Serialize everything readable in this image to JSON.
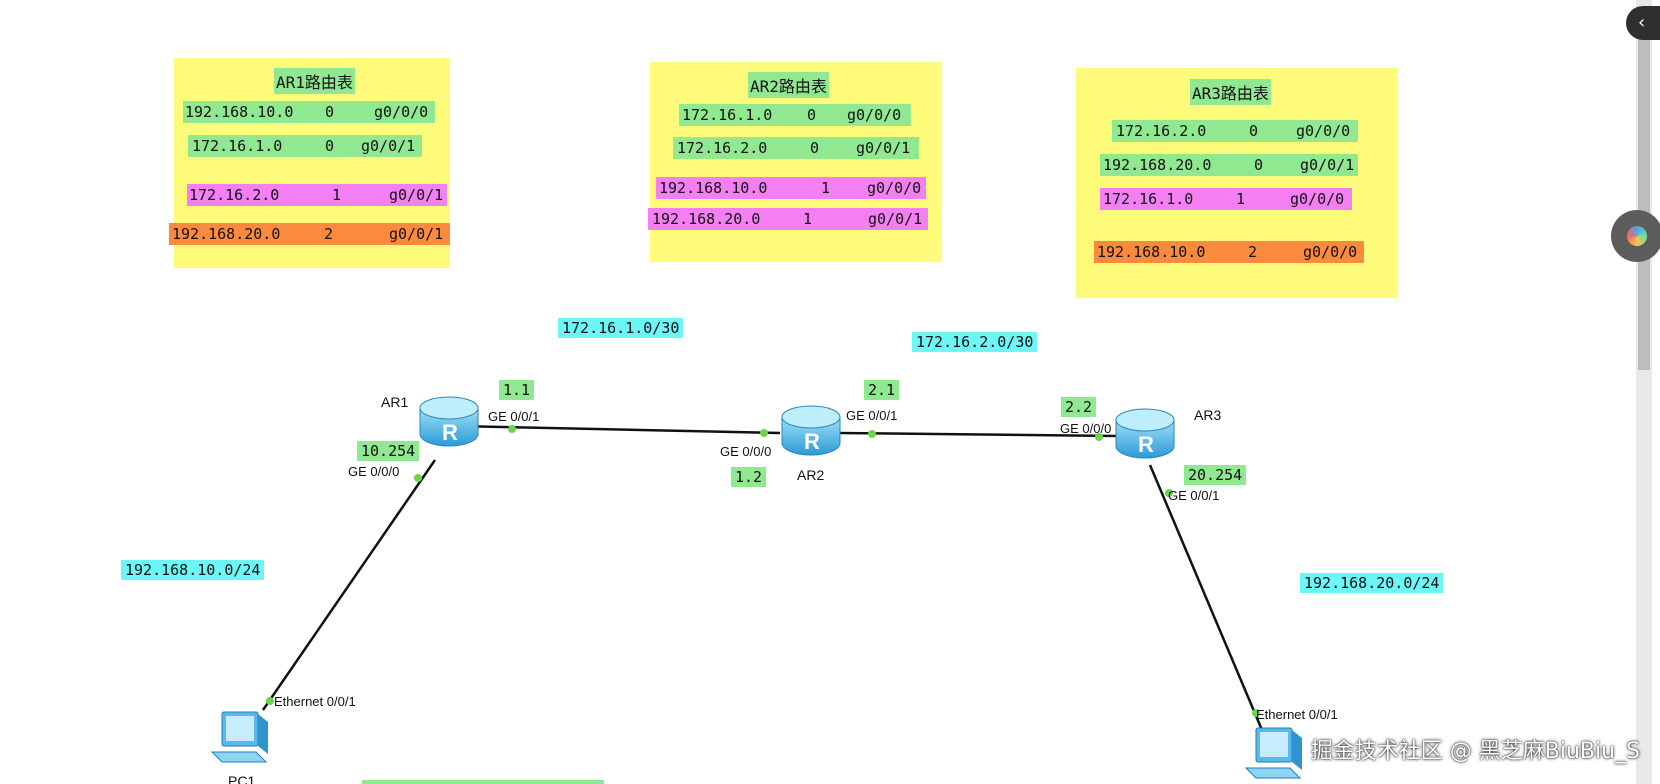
{
  "tables": [
    {
      "title": "AR1路由表",
      "rows": [
        {
          "net": "192.168.10.0",
          "cost": "0",
          "iface": "g0/0/0",
          "kind": "direct"
        },
        {
          "net": "172.16.1.0",
          "cost": "0",
          "iface": "g0/0/1",
          "kind": "direct"
        },
        {
          "net": "172.16.2.0",
          "cost": "1",
          "iface": "g0/0/1",
          "kind": "learned"
        },
        {
          "net": "192.168.20.0",
          "cost": "2",
          "iface": "g0/0/1",
          "kind": "remote"
        }
      ]
    },
    {
      "title": "AR2路由表",
      "rows": [
        {
          "net": "172.16.1.0",
          "cost": "0",
          "iface": "g0/0/0",
          "kind": "direct"
        },
        {
          "net": "172.16.2.0",
          "cost": "0",
          "iface": "g0/0/1",
          "kind": "direct"
        },
        {
          "net": "192.168.10.0",
          "cost": "1",
          "iface": "g0/0/0",
          "kind": "learned"
        },
        {
          "net": "192.168.20.0",
          "cost": "1",
          "iface": "g0/0/1",
          "kind": "learned"
        }
      ]
    },
    {
      "title": "AR3路由表",
      "rows": [
        {
          "net": "172.16.2.0",
          "cost": "0",
          "iface": "g0/0/0",
          "kind": "direct"
        },
        {
          "net": "192.168.20.0",
          "cost": "0",
          "iface": "g0/0/1",
          "kind": "direct"
        },
        {
          "net": "172.16.1.0",
          "cost": "1",
          "iface": "g0/0/0",
          "kind": "learned"
        },
        {
          "net": "192.168.10.0",
          "cost": "2",
          "iface": "g0/0/0",
          "kind": "remote"
        }
      ]
    }
  ],
  "subnets": {
    "n1": "172.16.1.0/30",
    "n2": "172.16.2.0/30",
    "lan1": "192.168.10.0/24",
    "lan2": "192.168.20.0/24"
  },
  "ips": {
    "ar1_g001": "1.1",
    "ar1_g000": "10.254",
    "ar2_g001": "2.1",
    "ar2_g000": "1.2",
    "ar3_g000": "2.2",
    "ar3_g001": "20.254"
  },
  "devices": {
    "ar1": "AR1",
    "ar2": "AR2",
    "ar3": "AR3",
    "pc1": "PC1"
  },
  "ports": {
    "ge001": "GE 0/0/1",
    "ge000": "GE 0/0/0",
    "eth001": "Ethernet 0/0/1"
  },
  "watermark": "掘金技术社区 @ 黑芝麻BiuBiu_S",
  "colors": {
    "direct": "#90e890",
    "learned": "#f37ff3",
    "remote": "#fb8a3e",
    "subnet": "#6cf6f6",
    "note": "#fdfb79"
  }
}
